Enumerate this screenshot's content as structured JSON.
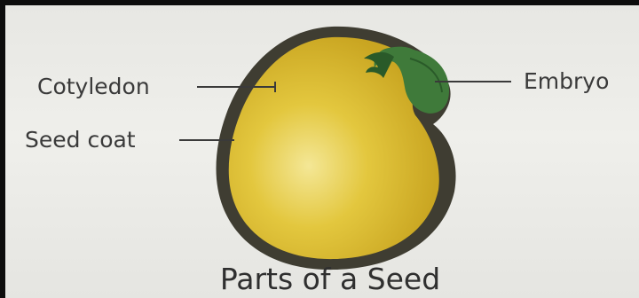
{
  "diagram": {
    "title": "Parts of a Seed",
    "labels": {
      "cotyledon": "Cotyledon",
      "seed_coat": "Seed coat",
      "embryo": "Embryo"
    }
  },
  "colors": {
    "background": "#ecece8",
    "seed_coat": "#3f3d32",
    "cotyledon": "#d8b92f",
    "cotyledon_highlight": "#f2e28a",
    "embryo": "#3f7a3a",
    "embryo_dark": "#2a5a29",
    "leader_line": "#3a3a3a"
  }
}
